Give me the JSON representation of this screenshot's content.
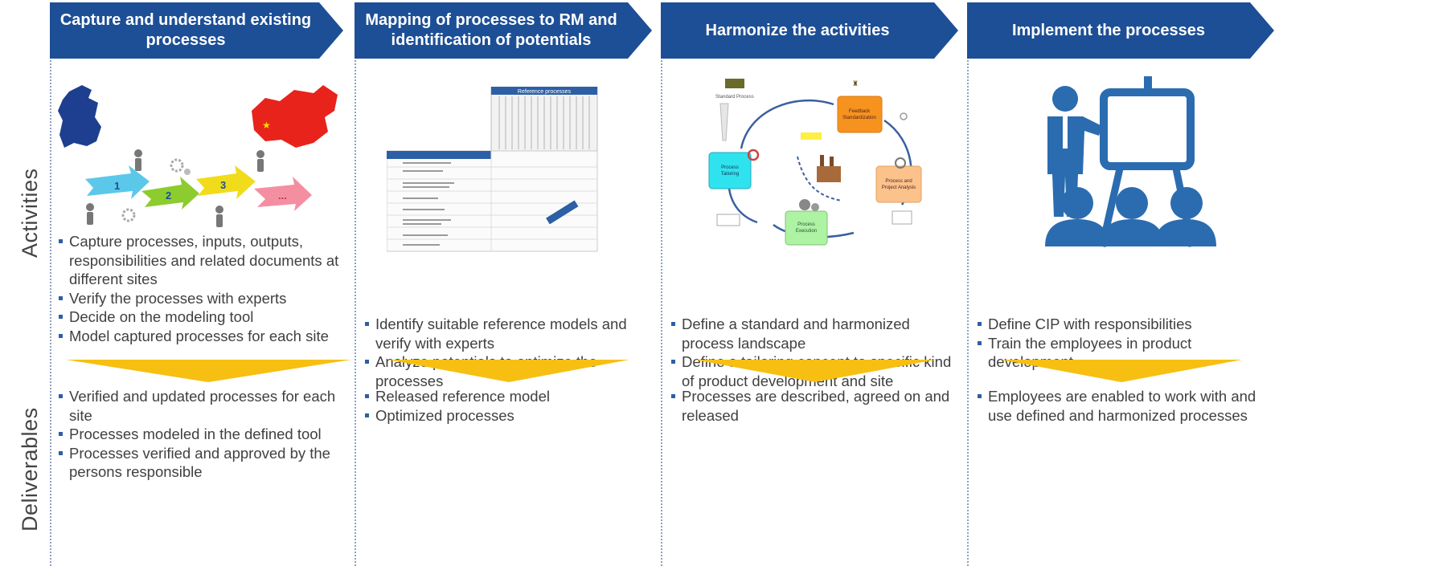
{
  "side_labels": {
    "activities": "Activities",
    "deliverables": "Deliverables"
  },
  "colors": {
    "header_blue": "#1d4f96",
    "chevron_yellow": "#f7bf12",
    "bullet_blue": "#2d5fa6"
  },
  "phases": [
    {
      "title_lines": [
        "Capture and understand existing",
        "processes"
      ],
      "activities": [
        "Capture processes, inputs, outputs, responsibilities and related documents at different sites",
        "Verify the processes with experts",
        "Decide on the modeling tool",
        "Model captured processes for each site"
      ],
      "deliverables": [
        "Verified and updated processes for each site",
        "Processes modeled in the defined tool",
        "Processes verified and approved by the persons responsible"
      ],
      "illustration_icon": "map-process-flow-icon",
      "step_numbers": [
        "1",
        "2",
        "3",
        "..."
      ]
    },
    {
      "title_lines": [
        "Mapping of processes to RM and",
        "identification of potentials"
      ],
      "activities": [
        "Identify suitable reference models and verify with experts",
        "Analyze potentials to optimize the processes"
      ],
      "deliverables": [
        "Released reference model",
        "Optimized processes"
      ],
      "illustration_icon": "reference-matrix-icon",
      "matrix_header": "Reference processes"
    },
    {
      "title_lines": [
        "Harmonize the activities"
      ],
      "activities": [
        "Define a standard and harmonized process landscape",
        "Define a tailoring concept to specific kind of product development and site"
      ],
      "deliverables": [
        "Processes are described, agreed on and released"
      ],
      "illustration_icon": "process-cycle-icon",
      "cycle_nodes": [
        "Standard Process",
        "Process Tailoring",
        "Process Execution",
        "Process and Project Analysis",
        "Feedback Standardization"
      ]
    },
    {
      "title_lines": [
        "Implement the processes"
      ],
      "activities": [
        "Define CIP with responsibilities",
        "Train the employees in product development"
      ],
      "deliverables": [
        "Employees are enabled to work with and use defined and harmonized processes"
      ],
      "illustration_icon": "presenter-training-icon"
    }
  ]
}
